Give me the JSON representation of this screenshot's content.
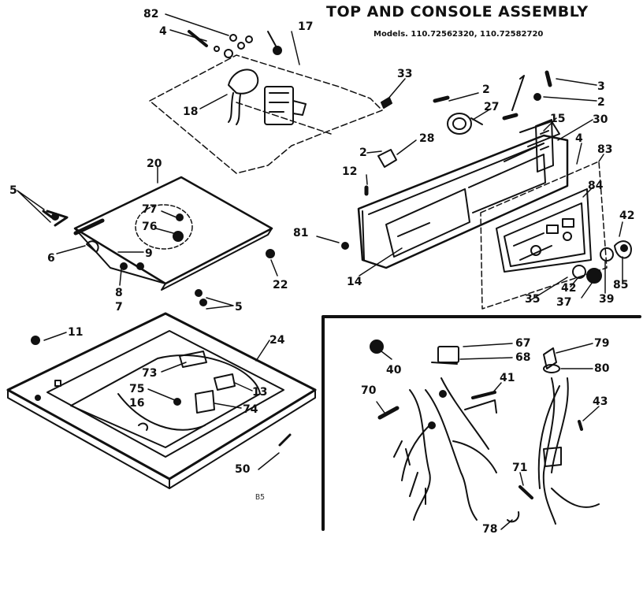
{
  "title": "TOP AND CONSOLE ASSEMBLY",
  "models": "Models. 110.72562320, 110.72582720",
  "footer_code": "B5",
  "callouts": [
    {
      "id": "c82",
      "label": "82"
    },
    {
      "id": "c4a",
      "label": "4"
    },
    {
      "id": "c17",
      "label": "17"
    },
    {
      "id": "c18",
      "label": "18"
    },
    {
      "id": "c33",
      "label": "33"
    },
    {
      "id": "c2a",
      "label": "2"
    },
    {
      "id": "c27",
      "label": "27"
    },
    {
      "id": "c3",
      "label": "3"
    },
    {
      "id": "c2b",
      "label": "2"
    },
    {
      "id": "c15",
      "label": "15"
    },
    {
      "id": "c30",
      "label": "30"
    },
    {
      "id": "c28",
      "label": "28"
    },
    {
      "id": "c2c",
      "label": "2"
    },
    {
      "id": "c12",
      "label": "12"
    },
    {
      "id": "c4b",
      "label": "4"
    },
    {
      "id": "c83",
      "label": "83"
    },
    {
      "id": "c84",
      "label": "84"
    },
    {
      "id": "c42a",
      "label": "42"
    },
    {
      "id": "c20",
      "label": "20"
    },
    {
      "id": "c5a",
      "label": "5"
    },
    {
      "id": "c77",
      "label": "77"
    },
    {
      "id": "c76",
      "label": "76"
    },
    {
      "id": "c81",
      "label": "81"
    },
    {
      "id": "c6",
      "label": "6"
    },
    {
      "id": "c9",
      "label": "9"
    },
    {
      "id": "c22",
      "label": "22"
    },
    {
      "id": "c14",
      "label": "14"
    },
    {
      "id": "c85",
      "label": "85"
    },
    {
      "id": "c42b",
      "label": "42"
    },
    {
      "id": "c35",
      "label": "35"
    },
    {
      "id": "c37",
      "label": "37"
    },
    {
      "id": "c39",
      "label": "39"
    },
    {
      "id": "c8",
      "label": "8"
    },
    {
      "id": "c7",
      "label": "7"
    },
    {
      "id": "c5b",
      "label": "5"
    },
    {
      "id": "c11",
      "label": "11"
    },
    {
      "id": "c24",
      "label": "24"
    },
    {
      "id": "c73",
      "label": "73"
    },
    {
      "id": "c75",
      "label": "75"
    },
    {
      "id": "c16",
      "label": "16"
    },
    {
      "id": "c13",
      "label": "13"
    },
    {
      "id": "c74",
      "label": "74"
    },
    {
      "id": "c50",
      "label": "50"
    },
    {
      "id": "c67",
      "label": "67"
    },
    {
      "id": "c68",
      "label": "68"
    },
    {
      "id": "c40",
      "label": "40"
    },
    {
      "id": "c79",
      "label": "79"
    },
    {
      "id": "c80",
      "label": "80"
    },
    {
      "id": "c41",
      "label": "41"
    },
    {
      "id": "c70",
      "label": "70"
    },
    {
      "id": "c43",
      "label": "43"
    },
    {
      "id": "c71",
      "label": "71"
    },
    {
      "id": "c78",
      "label": "78"
    }
  ]
}
